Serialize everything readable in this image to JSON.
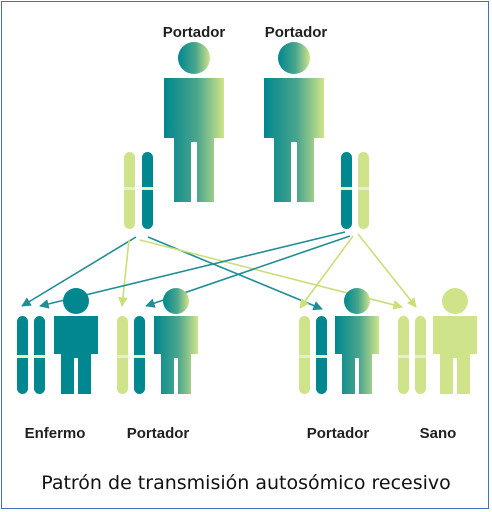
{
  "labels": {
    "parent_left": "Portador",
    "parent_right": "Portador",
    "child_1": "Enfermo",
    "child_2": "Portador",
    "child_3": "Portador",
    "child_4": "Sano"
  },
  "caption": "Patrón de transmisión autosómico recesivo",
  "icons": {
    "person": "person-silhouette-icon",
    "chromosome": "chromosome-icon",
    "arrow": "inheritance-arrow"
  },
  "colors": {
    "affected_teal": "#00878f",
    "carrier_gradient_start": "#00878f",
    "carrier_gradient_end": "#cfe48a",
    "healthy_green": "#cfe48a",
    "chromosome_band": "#e6f0c6",
    "frame_border": "#3f6fb6"
  },
  "parents": [
    {
      "status": "Portador",
      "chromosomes": [
        "recessive",
        "dominant"
      ]
    },
    {
      "status": "Portador",
      "chromosomes": [
        "recessive",
        "dominant"
      ]
    }
  ],
  "children": [
    {
      "status": "Enfermo",
      "chromosomes": [
        "recessive",
        "recessive"
      ]
    },
    {
      "status": "Portador",
      "chromosomes": [
        "dominant",
        "recessive"
      ]
    },
    {
      "status": "Portador",
      "chromosomes": [
        "dominant",
        "recessive"
      ]
    },
    {
      "status": "Sano",
      "chromosomes": [
        "dominant",
        "dominant"
      ]
    }
  ]
}
